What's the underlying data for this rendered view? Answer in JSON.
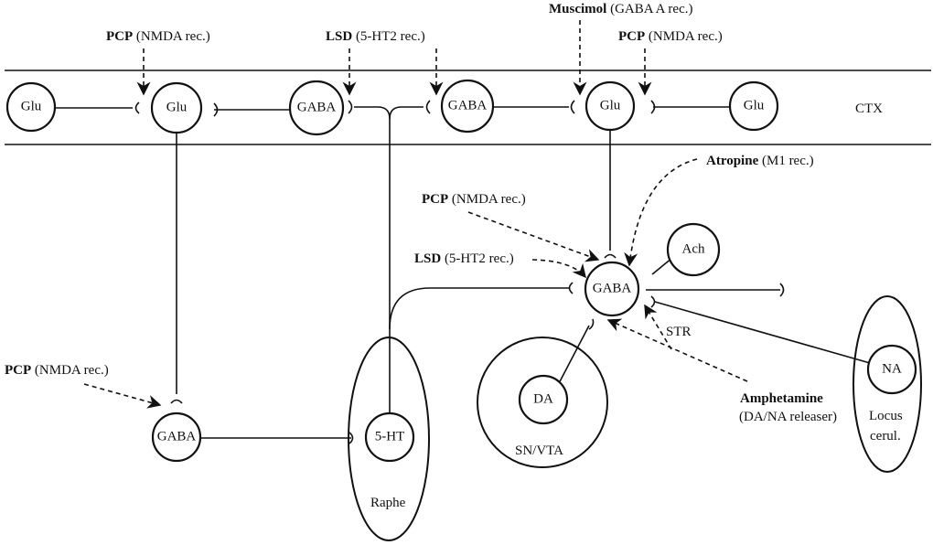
{
  "regions": {
    "ctx": "CTX",
    "str": "STR",
    "raphe": "Raphe",
    "sn_vta": "SN/VTA",
    "locus": [
      "Locus",
      "cerul."
    ]
  },
  "neurons": {
    "glu_far_left": "Glu",
    "glu_left": "Glu",
    "gaba_ctx_left": "GABA",
    "gaba_ctx_mid": "GABA",
    "glu_mid": "Glu",
    "glu_right": "Glu",
    "gaba_str": "GABA",
    "ach": "Ach",
    "gaba_low": "GABA",
    "serotonin": "5-HT",
    "dopamine": "DA",
    "noradrenaline": "NA"
  },
  "drug_labels": {
    "pcp_top_left": {
      "drug": "PCP",
      "target": " (NMDA rec.)"
    },
    "lsd_top": {
      "drug": "LSD",
      "target": " (5-HT2 rec.)"
    },
    "muscimol_top": {
      "drug": "Muscimol",
      "target": " (GABA A rec.)"
    },
    "pcp_top_right": {
      "drug": "PCP",
      "target": " (NMDA rec.)"
    },
    "atropine": {
      "drug": "Atropine",
      "target": " (M1 rec.)"
    },
    "pcp_str": {
      "drug": "PCP",
      "target": " (NMDA rec.)"
    },
    "lsd_str": {
      "drug": "LSD",
      "target": " (5-HT2 rec.)"
    },
    "pcp_low": {
      "drug": "PCP",
      "target": " (NMDA rec.)"
    },
    "amphetamine": {
      "drug": "Amphetamine",
      "target": "(DA/NA releaser)"
    }
  }
}
